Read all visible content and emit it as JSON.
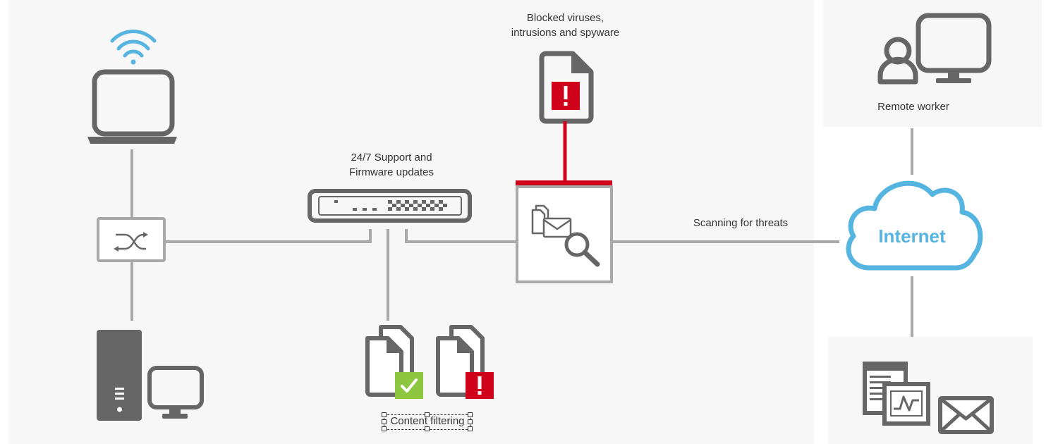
{
  "colors": {
    "gray": "#666666",
    "line_gray": "#a9a9a9",
    "red": "#d0021b",
    "blue": "#56b4e0",
    "green": "#8dc63f",
    "panel_bg": "#f7f7f7"
  },
  "labels": {
    "blocked_line1": "Blocked viruses,",
    "blocked_line2": "intrusions and spyware",
    "support_line1": "24/7 Support and",
    "support_line2": "Firmware updates",
    "scanning": "Scanning for threats",
    "remote_worker": "Remote worker",
    "internet": "Internet",
    "content_filtering": "Content filtering"
  },
  "icons": [
    "wifi-icon",
    "laptop-icon",
    "switch-icon",
    "server-tower-icon",
    "desktop-monitor-icon",
    "firewall-appliance-icon",
    "blocked-file-icon",
    "alert-icon",
    "email-scan-icon",
    "magnifier-icon",
    "allowed-file-icon",
    "check-icon",
    "user-icon",
    "cloud-icon",
    "document-icon",
    "chart-window-icon",
    "envelope-icon"
  ]
}
